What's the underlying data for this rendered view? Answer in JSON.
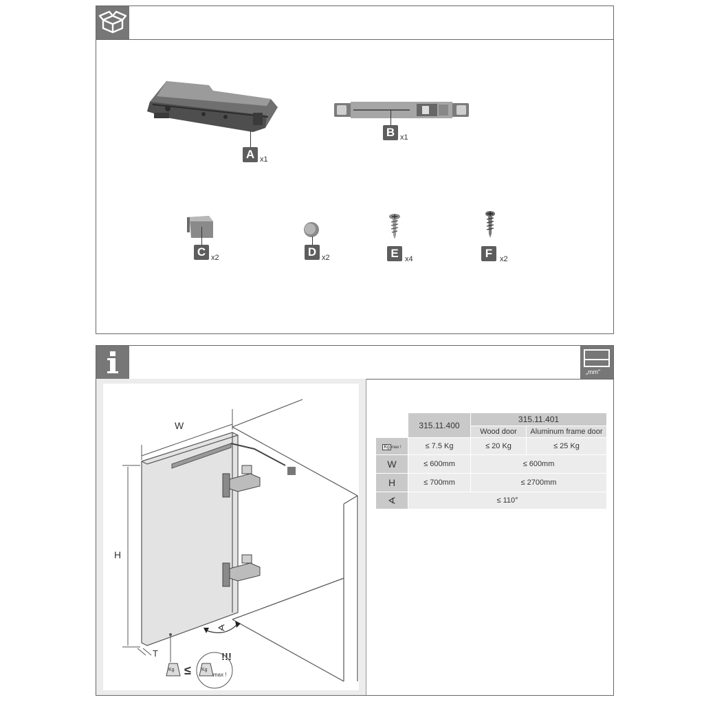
{
  "parts": [
    {
      "letter": "A",
      "qty": "x1"
    },
    {
      "letter": "B",
      "qty": "x1"
    },
    {
      "letter": "C",
      "qty": "x2"
    },
    {
      "letter": "D",
      "qty": "x2"
    },
    {
      "letter": "E",
      "qty": "x4"
    },
    {
      "letter": "F",
      "qty": "x2"
    }
  ],
  "info_header": {
    "unit_label": "„mm”"
  },
  "diagram": {
    "w_label": "W",
    "h_label": "H",
    "t_label": "T",
    "angle_symbol": "∢",
    "kg_label": "Kg",
    "le_symbol": "≤",
    "max_label": "max !",
    "warning": "!!!"
  },
  "spec_table": {
    "model_a": "315.11.400",
    "model_b": "315.11.401",
    "sub_wood": "Wood door",
    "sub_alu": "Aluminum frame door",
    "rows": [
      {
        "icon_label": "Kg",
        "icon_sub": "max !",
        "a": "≤ 7.5 Kg",
        "b_wood": "≤ 20 Kg",
        "b_alu": "≤ 25 Kg"
      },
      {
        "label": "W",
        "a": "≤ 600mm",
        "b": "≤ 600mm"
      },
      {
        "label": "H",
        "a": "≤ 700mm",
        "b": "≤ 2700mm"
      },
      {
        "label": "∢",
        "all": "≤ 110°"
      }
    ]
  }
}
